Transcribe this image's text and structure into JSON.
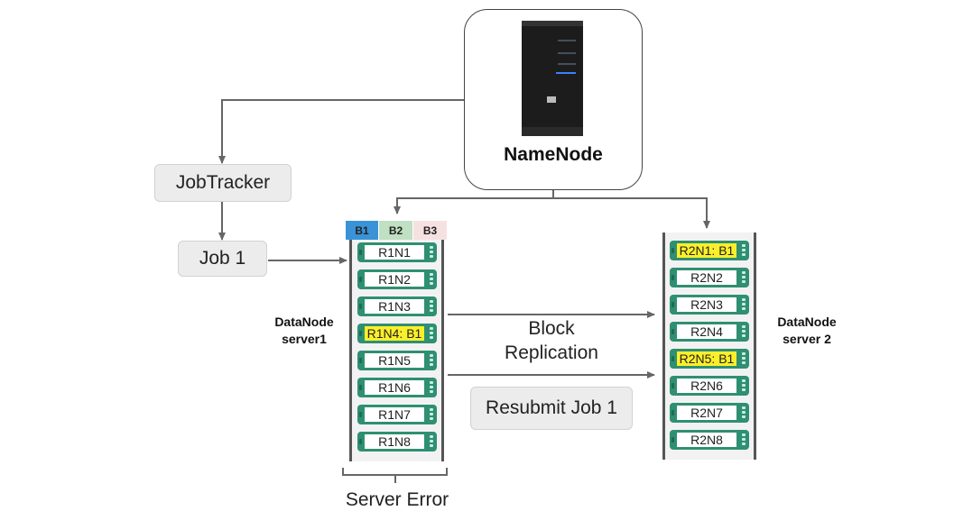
{
  "namenode": {
    "label": "NameNode"
  },
  "jobtracker": {
    "label": "JobTracker"
  },
  "job": {
    "label": "Job 1"
  },
  "block_tags": [
    {
      "label": "B1",
      "color": "#3a93d6"
    },
    {
      "label": "B2",
      "color": "#bfe0c2"
    },
    {
      "label": "B3",
      "color": "#f6e1e1"
    }
  ],
  "server1": {
    "label_line1": "DataNode",
    "label_line2": "server1",
    "nodes": [
      {
        "label": "R1N1",
        "highlight": false
      },
      {
        "label": "R1N2",
        "highlight": false
      },
      {
        "label": "R1N3",
        "highlight": false
      },
      {
        "label": "R1N4: B1",
        "highlight": true
      },
      {
        "label": "R1N5",
        "highlight": false
      },
      {
        "label": "R1N6",
        "highlight": false
      },
      {
        "label": "R1N7",
        "highlight": false
      },
      {
        "label": "R1N8",
        "highlight": false
      }
    ]
  },
  "server2": {
    "label_line1": "DataNode",
    "label_line2": "server 2",
    "nodes": [
      {
        "label": "R2N1: B1",
        "highlight": true
      },
      {
        "label": "R2N2",
        "highlight": false
      },
      {
        "label": "R2N3",
        "highlight": false
      },
      {
        "label": "R2N4",
        "highlight": false
      },
      {
        "label": "R2N5: B1",
        "highlight": true
      },
      {
        "label": "R2N6",
        "highlight": false
      },
      {
        "label": "R2N7",
        "highlight": false
      },
      {
        "label": "R2N8",
        "highlight": false
      }
    ]
  },
  "replication": {
    "line1": "Block",
    "line2": "Replication"
  },
  "resubmit": {
    "label": "Resubmit Job 1"
  },
  "server_error": {
    "label": "Server Error"
  },
  "colors": {
    "blade": "#2f8f72",
    "highlight": "#fbef2b",
    "arrow": "#666666"
  }
}
